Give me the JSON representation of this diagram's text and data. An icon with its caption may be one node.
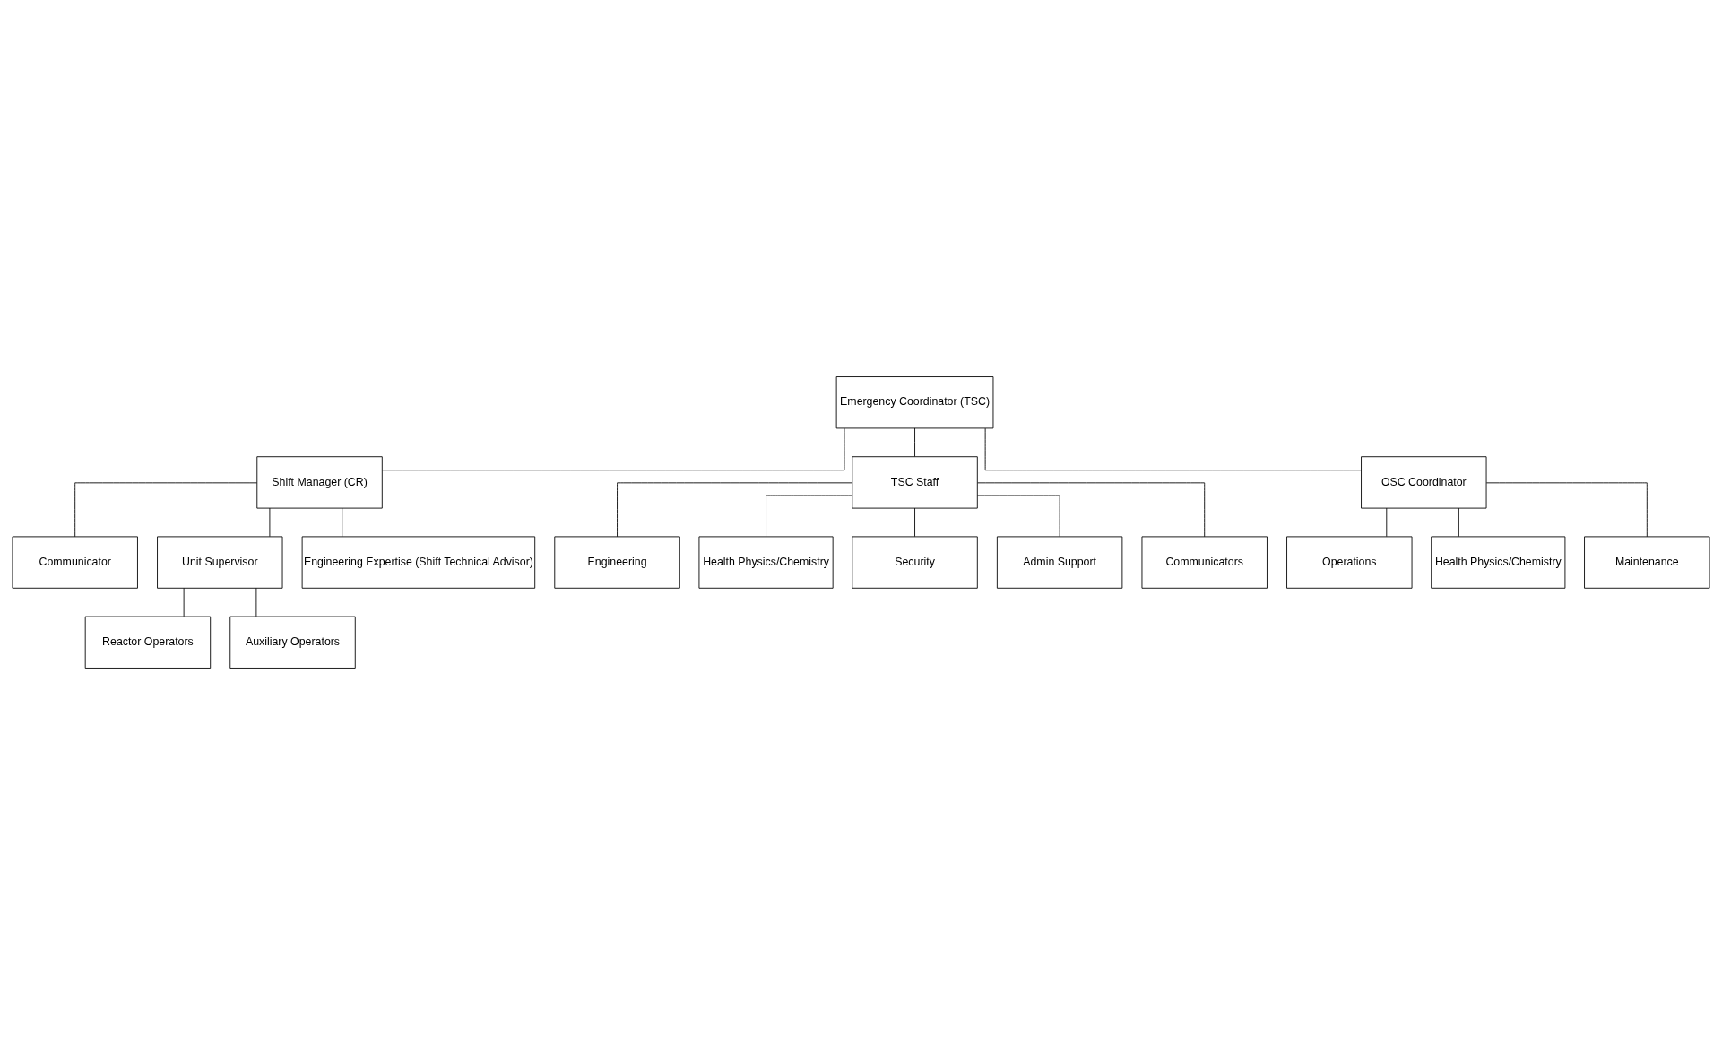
{
  "diagram": {
    "nodes": [
      {
        "text": [
          "Emergency Coordinator (TSC)"
        ]
      },
      {
        "text": [
          "Shift Manager (CR)"
        ]
      },
      {
        "text": [
          "TSC Staff"
        ]
      },
      {
        "text": [
          "OSC Coordinator"
        ]
      },
      {
        "text": [
          "Communicator"
        ]
      },
      {
        "text": [
          "Engineering"
        ]
      },
      {
        "text": [
          "Health Physics/Chemistry"
        ]
      },
      {
        "text": [
          "Operations"
        ]
      },
      {
        "text": [
          "Security"
        ]
      },
      {
        "text": [
          "Admin Support"
        ]
      },
      {
        "text": [
          "Health Physics/Chemistry"
        ]
      },
      {
        "text": [
          "Unit Supervisor"
        ]
      },
      {
        "text": [
          "Engineering Expertise (Shift Technical Advisor)"
        ]
      },
      {
        "text": [
          "Communicators"
        ]
      },
      {
        "text": [
          "Maintenance"
        ]
      },
      {
        "text": [
          "Reactor Operators"
        ]
      },
      {
        "text": [
          "Auxiliary Operators"
        ]
      }
    ],
    "edges": [
      {
        "from": 0,
        "to": 1,
        "arrow": "none"
      },
      {
        "from": 0,
        "to": 2,
        "arrow": "none"
      },
      {
        "from": 0,
        "to": 3,
        "arrow": "none"
      },
      {
        "from": 1,
        "to": 4,
        "arrow": "none"
      },
      {
        "from": 1,
        "to": 11,
        "arrow": "none"
      },
      {
        "from": 1,
        "to": 12,
        "arrow": "none"
      },
      {
        "from": 2,
        "to": 5,
        "arrow": "none"
      },
      {
        "from": 2,
        "to": 6,
        "arrow": "none"
      },
      {
        "from": 2,
        "to": 8,
        "arrow": "none"
      },
      {
        "from": 2,
        "to": 9,
        "arrow": "none"
      },
      {
        "from": 2,
        "to": 13,
        "arrow": "none"
      },
      {
        "from": 3,
        "to": 7,
        "arrow": "none"
      },
      {
        "from": 3,
        "to": 10,
        "arrow": "none"
      },
      {
        "from": 3,
        "to": 14,
        "arrow": "none"
      },
      {
        "from": 11,
        "to": 15,
        "arrow": "none"
      },
      {
        "from": 11,
        "to": 16,
        "arrow": "none"
      }
    ]
  }
}
